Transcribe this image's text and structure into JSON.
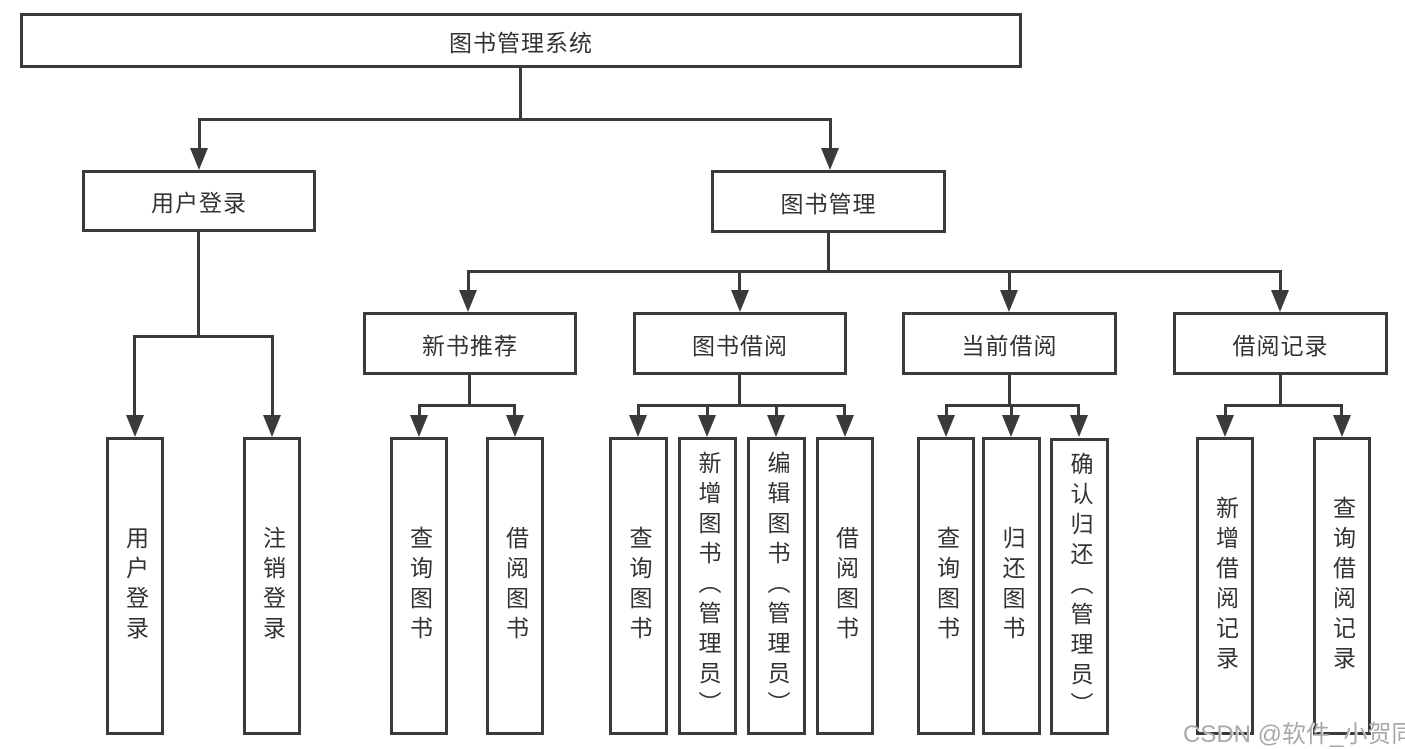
{
  "diagram": {
    "title": "图书管理系统",
    "level2": {
      "user_login": "用户登录",
      "book_mgmt": "图书管理"
    },
    "level3": {
      "new_book_rec": "新书推荐",
      "book_borrow": "图书借阅",
      "current_borrow": "当前借阅",
      "borrow_records": "借阅记录"
    },
    "leaves": {
      "user_login": "用户登录",
      "logout": "注销登录",
      "query_book_1": "查询图书",
      "borrow_book_1": "借阅图书",
      "query_book_2": "查询图书",
      "add_book": "新增图书（管理员）",
      "edit_book": "编辑图书（管理员）",
      "borrow_book_2": "借阅图书",
      "query_book_3": "查询图书",
      "return_book": "归还图书",
      "confirm_return": "确认归还（管理员）",
      "add_borrow_record": "新增借阅记录",
      "query_borrow_record": "查询借阅记录"
    }
  },
  "watermark": "CSDN @软件_小贺同学",
  "colors": {
    "line": "#3a3a3a",
    "text": "#333333",
    "watermark": "#a9a9a9"
  }
}
